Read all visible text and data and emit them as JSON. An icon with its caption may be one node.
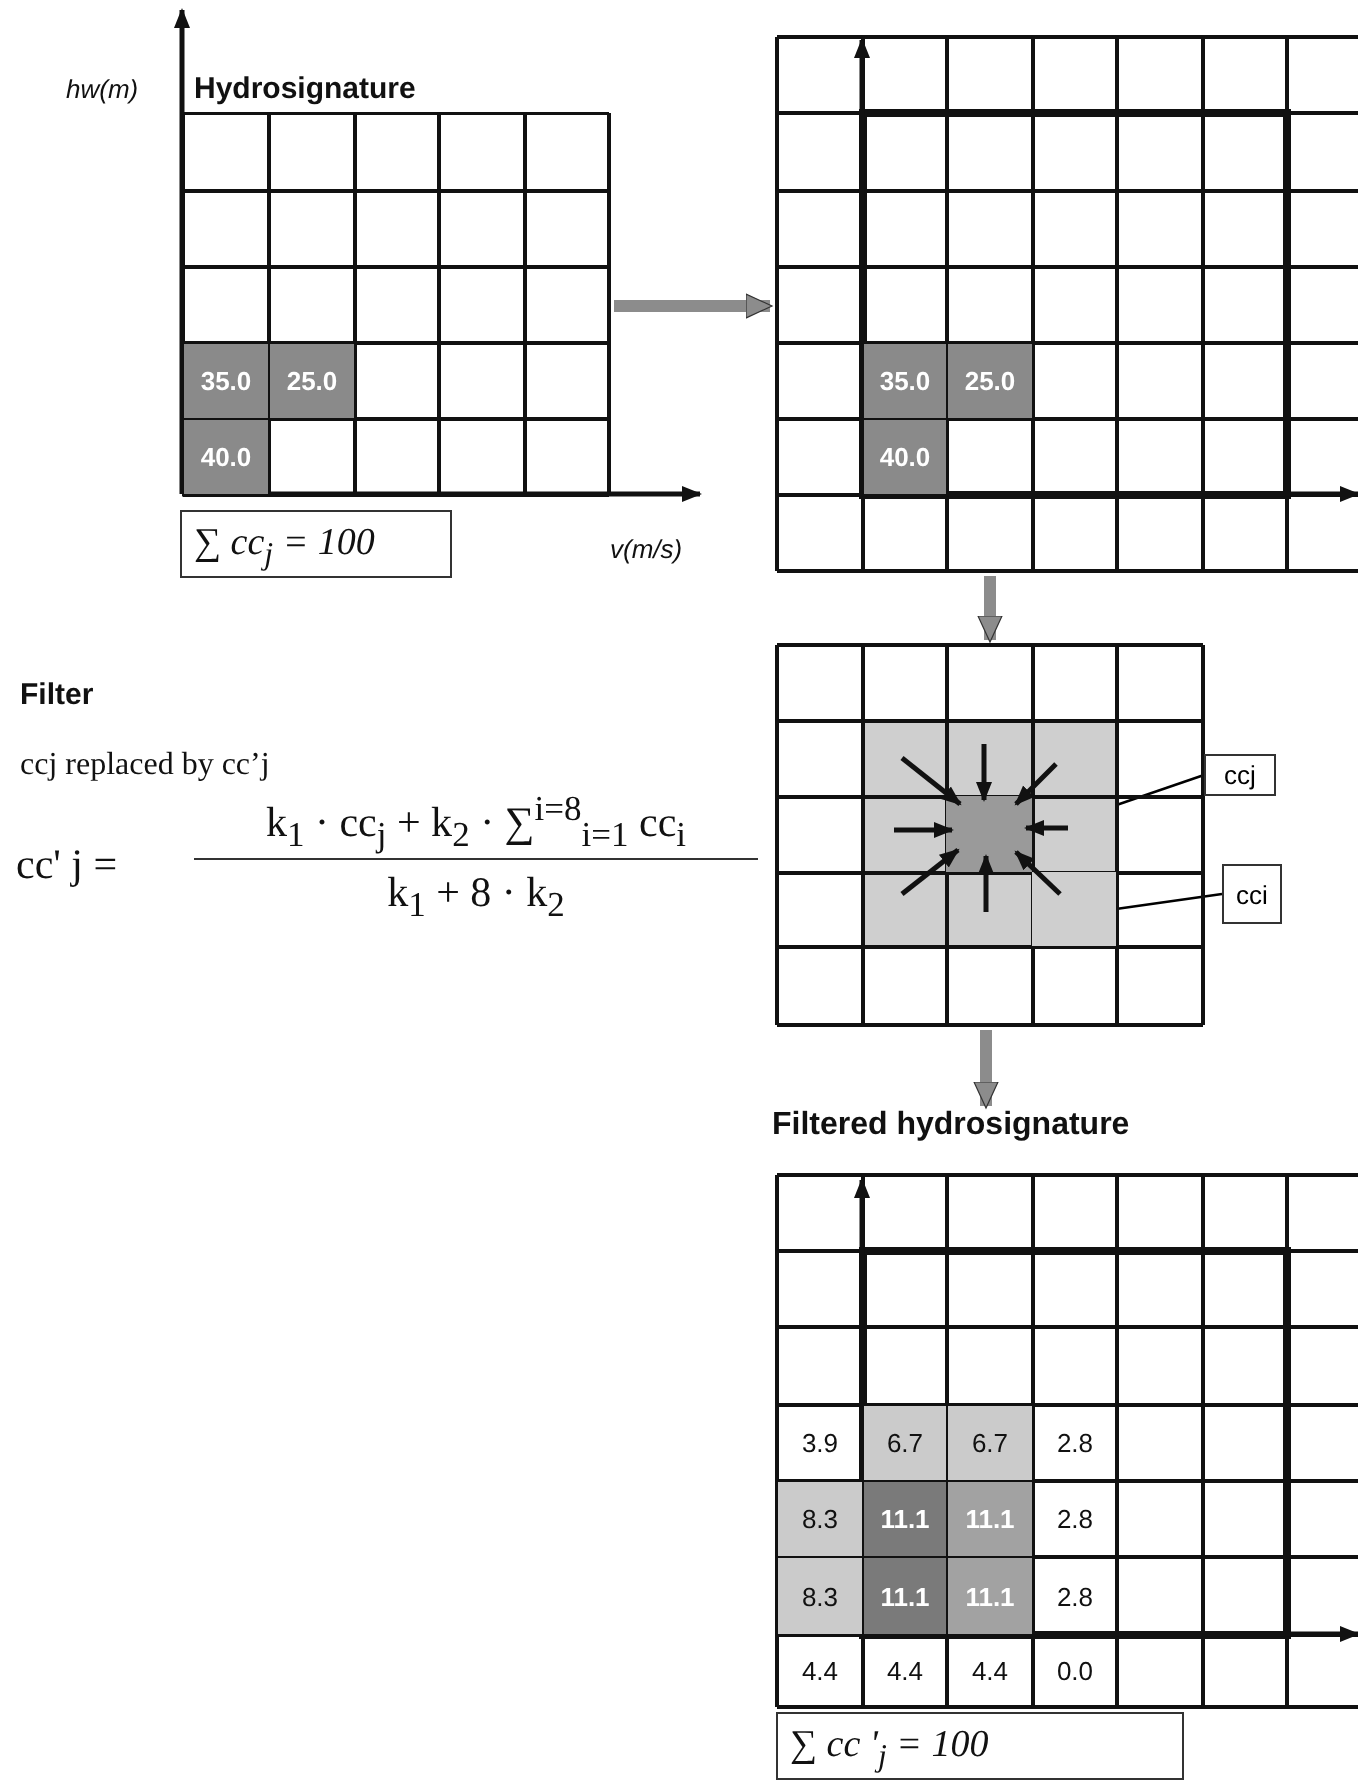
{
  "diagram": {
    "nodes": [
      {
        "text": [
          "Hydrosignature"
        ]
      },
      {
        "text": [],
        "shape": "box"
      },
      {
        "text": [],
        "shape": "box"
      },
      {
        "text": [],
        "shape": "box",
        "in": 2
      },
      {
        "text": [],
        "shape": "box",
        "in": 2
      },
      {
        "text": [
          "ccj"
        ]
      },
      {
        "text": [
          "cci"
        ]
      },
      {
        "text": [
          "Filtered hydrosignature"
        ]
      }
    ],
    "edges": [
      {
        "from": 0,
        "to": 1,
        "arrow": "to"
      },
      {
        "from": 1,
        "to": 2,
        "arrow": "to"
      },
      {
        "from": 2,
        "to": 7,
        "arrow": "to"
      },
      {
        "from": 5,
        "to": 3,
        "arrow": "none",
        "color": "#000000"
      },
      {
        "from": 6,
        "to": 4,
        "arrow": "none",
        "color": "#000000"
      }
    ],
    "labels": [
      "hw(m)",
      "35.0",
      "25.0",
      "40.0",
      "∑ cc$_{j}$ = 100",
      "v(m/s)",
      "35.0",
      "25.0",
      "40.0",
      "Filter",
      "ccj replaced by cc’j",
      "cc' j =",
      "k$_{1}$ · cc$_{j}$ + k$_{2}$ · ∑$^{i=8}$$_{i=1}$ cc$_{i}$",
      "k$_{1}$ + 8 · k$_{2}$",
      "3.9",
      "6.7",
      "6.7",
      "2.8",
      "8.3",
      "11.1",
      "11.1",
      "2.8",
      "8.3",
      "11.1",
      "11.1",
      "2.8",
      "4.4",
      "4.4",
      "4.4",
      "0.0",
      "∑ cc '$_{j}$ = 100"
    ]
  }
}
